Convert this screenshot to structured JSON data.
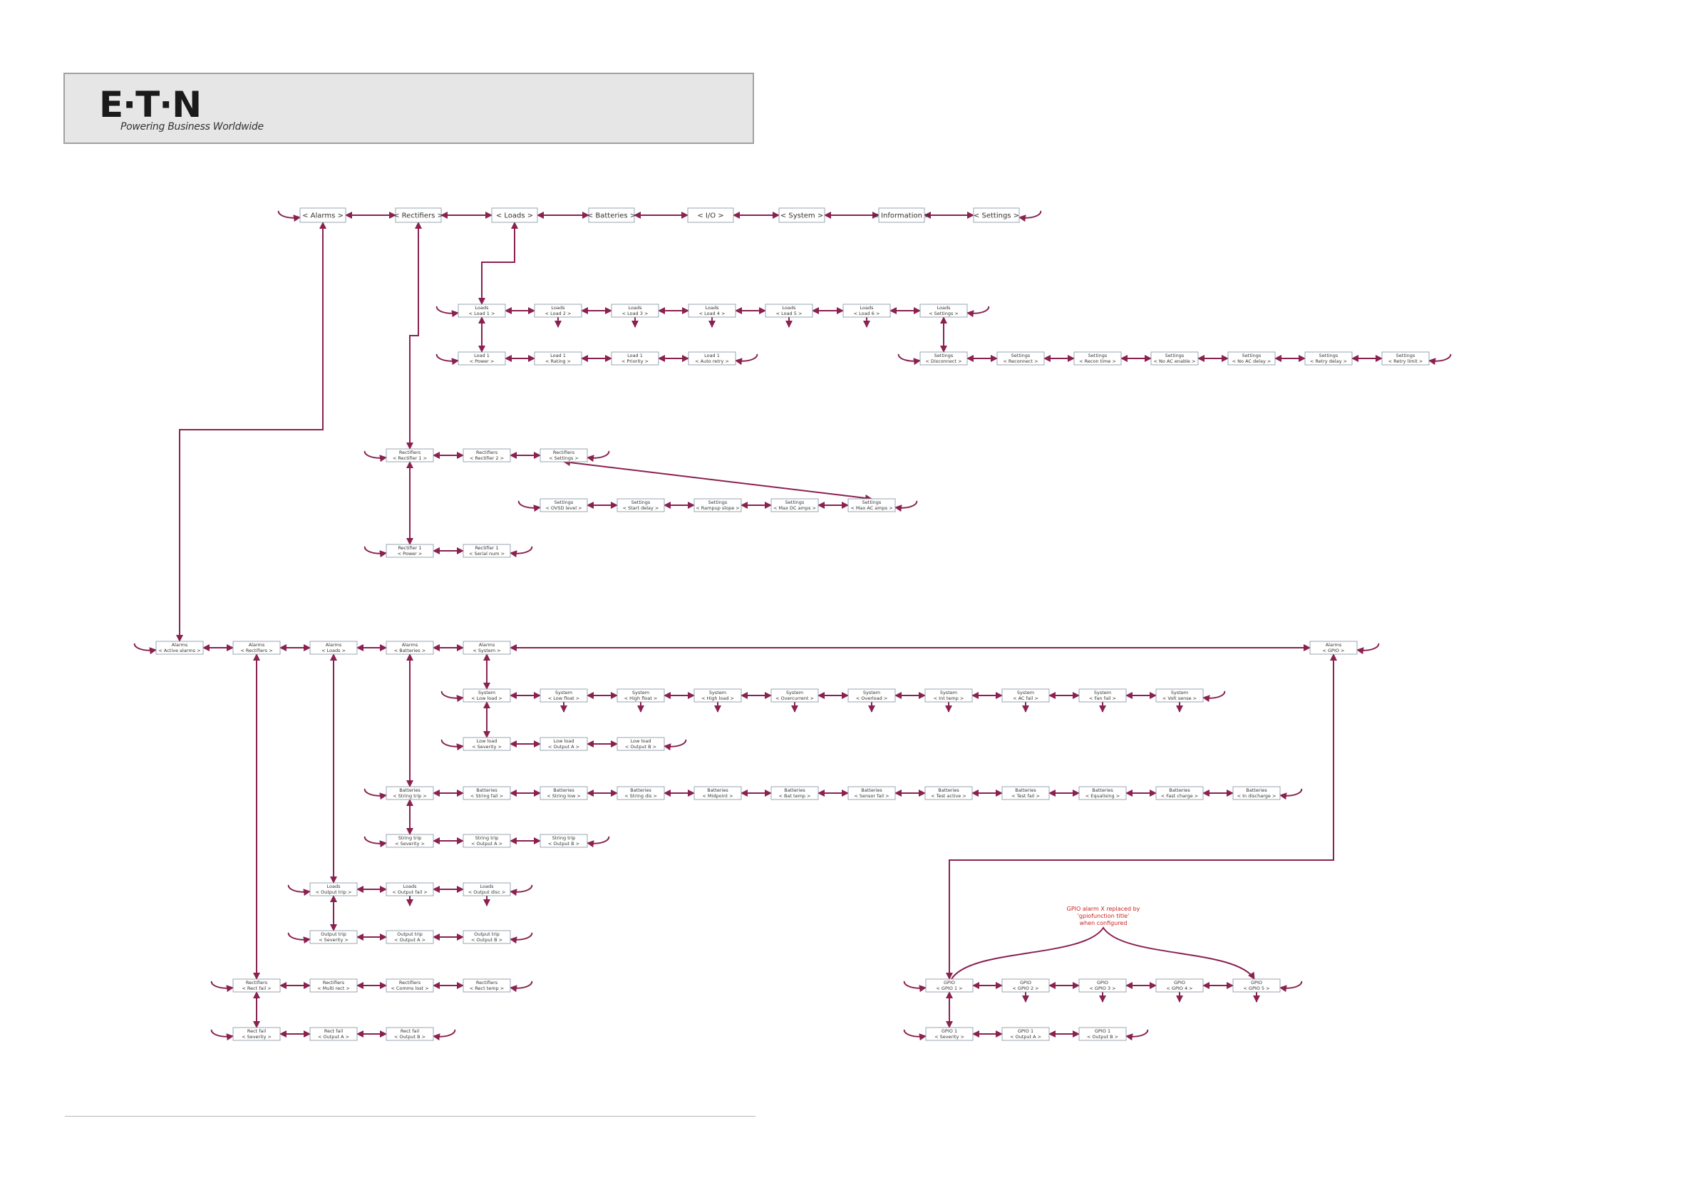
{
  "header": {
    "logo_text": "E·T·N",
    "tagline": "Powering Business Worldwide"
  },
  "brand_color": "#8a2150",
  "note": [
    "GPIO alarm X replaced by",
    "'gpiofunction title'",
    "when configured"
  ],
  "nodes": [
    {
      "id": "top-alarms",
      "l1": "< Alarms >"
    },
    {
      "id": "top-rectifiers",
      "l1": "< Rectifiers >"
    },
    {
      "id": "top-loads",
      "l1": "< Loads >"
    },
    {
      "id": "top-batteries",
      "l1": "< Batteries >"
    },
    {
      "id": "top-io",
      "l1": "< I/O >"
    },
    {
      "id": "top-system",
      "l1": "< System >"
    },
    {
      "id": "top-information",
      "l1": "< Information >"
    },
    {
      "id": "top-settings",
      "l1": "< Settings >"
    },
    {
      "id": "loads-load1",
      "l1": "Loads",
      "l2": "< Load 1 >"
    },
    {
      "id": "loads-load2",
      "l1": "Loads",
      "l2": "< Load 2 >"
    },
    {
      "id": "loads-load3",
      "l1": "Loads",
      "l2": "< Load 3 >"
    },
    {
      "id": "loads-load4",
      "l1": "Loads",
      "l2": "< Load 4 >"
    },
    {
      "id": "loads-load5",
      "l1": "Loads",
      "l2": "< Load 5 >"
    },
    {
      "id": "loads-load6",
      "l1": "Loads",
      "l2": "< Load 6 >"
    },
    {
      "id": "loads-settings",
      "l1": "Loads",
      "l2": "< Settings >"
    },
    {
      "id": "load1-power",
      "l1": "Load 1",
      "l2": "< Power >"
    },
    {
      "id": "load1-rating",
      "l1": "Load 1",
      "l2": "< Rating >"
    },
    {
      "id": "load1-priority",
      "l1": "Load 1",
      "l2": "< Priority >"
    },
    {
      "id": "load1-autoretry",
      "l1": "Load 1",
      "l2": "< Auto retry >"
    },
    {
      "id": "lset-disconnect",
      "l1": "Settings",
      "l2": "< Disconnect >"
    },
    {
      "id": "lset-reconnect",
      "l1": "Settings",
      "l2": "< Reconnect >"
    },
    {
      "id": "lset-recontime",
      "l1": "Settings",
      "l2": "< Recon time >"
    },
    {
      "id": "lset-noacenable",
      "l1": "Settings",
      "l2": "< No AC enable >"
    },
    {
      "id": "lset-noacdelay",
      "l1": "Settings",
      "l2": "< No AC delay >"
    },
    {
      "id": "lset-retrydelay",
      "l1": "Settings",
      "l2": "< Retry delay >"
    },
    {
      "id": "lset-retrylimit",
      "l1": "Settings",
      "l2": "< Retry limit >"
    },
    {
      "id": "rect-rect1",
      "l1": "Rectifiers",
      "l2": "< Rectifier 1 >"
    },
    {
      "id": "rect-rect2",
      "l1": "Rectifiers",
      "l2": "< Rectifier 2 >"
    },
    {
      "id": "rect-settings",
      "l1": "Rectifiers",
      "l2": "< Settings >"
    },
    {
      "id": "rset-ovsd",
      "l1": "Settings",
      "l2": "< OVSD level >"
    },
    {
      "id": "rset-startdelay",
      "l1": "Settings",
      "l2": "< Start delay >"
    },
    {
      "id": "rset-rampup",
      "l1": "Settings",
      "l2": "< Rampup slope >"
    },
    {
      "id": "rset-maxdc",
      "l1": "Settings",
      "l2": "< Max DC amps >"
    },
    {
      "id": "rset-maxac",
      "l1": "Settings",
      "l2": "< Max AC amps >"
    },
    {
      "id": "r1-power",
      "l1": "Rectifier 1",
      "l2": "< Power >"
    },
    {
      "id": "r1-serial",
      "l1": "Rectifier 1",
      "l2": "< Serial num >"
    },
    {
      "id": "al-active",
      "l1": "Alarms",
      "l2": "< Active alarms >"
    },
    {
      "id": "al-rectifiers",
      "l1": "Alarms",
      "l2": "< Rectifiers >"
    },
    {
      "id": "al-loads",
      "l1": "Alarms",
      "l2": "< Loads >"
    },
    {
      "id": "al-batteries",
      "l1": "Alarms",
      "l2": "< Batteries >"
    },
    {
      "id": "al-system",
      "l1": "Alarms",
      "l2": "< System >"
    },
    {
      "id": "al-gpio",
      "l1": "Alarms",
      "l2": "< GPIO >"
    },
    {
      "id": "sys-lowload",
      "l1": "System",
      "l2": "< Low load >"
    },
    {
      "id": "sys-lowfloat",
      "l1": "System",
      "l2": "< Low float >"
    },
    {
      "id": "sys-highfloat",
      "l1": "System",
      "l2": "< High float >"
    },
    {
      "id": "sys-highload",
      "l1": "System",
      "l2": "< High load >"
    },
    {
      "id": "sys-overcurrent",
      "l1": "System",
      "l2": "< Overcurrent >"
    },
    {
      "id": "sys-overload",
      "l1": "System",
      "l2": "< Overload >"
    },
    {
      "id": "sys-inttemp",
      "l1": "System",
      "l2": "< Int temp >"
    },
    {
      "id": "sys-acfail",
      "l1": "System",
      "l2": "< AC fail >"
    },
    {
      "id": "sys-fanfail",
      "l1": "System",
      "l2": "< Fan fail >"
    },
    {
      "id": "sys-voltsense",
      "l1": "System",
      "l2": "< Volt sense >"
    },
    {
      "id": "ll-severity",
      "l1": "Low load",
      "l2": "< Severity >"
    },
    {
      "id": "ll-outa",
      "l1": "Low load",
      "l2": "< Output A >"
    },
    {
      "id": "ll-outb",
      "l1": "Low load",
      "l2": "< Output B >"
    },
    {
      "id": "bat-stringtrip",
      "l1": "Batteries",
      "l2": "< String trip >"
    },
    {
      "id": "bat-stringfail",
      "l1": "Batteries",
      "l2": "< String fail >"
    },
    {
      "id": "bat-stringlow",
      "l1": "Batteries",
      "l2": "< String low >"
    },
    {
      "id": "bat-stringdis",
      "l1": "Batteries",
      "l2": "< String dis >"
    },
    {
      "id": "bat-midpoint",
      "l1": "Batteries",
      "l2": "< Midpoint >"
    },
    {
      "id": "bat-battemp",
      "l1": "Batteries",
      "l2": "< Bat temp >"
    },
    {
      "id": "bat-sensorfail",
      "l1": "Batteries",
      "l2": "< Sensor fail >"
    },
    {
      "id": "bat-testactive",
      "l1": "Batteries",
      "l2": "< Test active >"
    },
    {
      "id": "bat-testfail",
      "l1": "Batteries",
      "l2": "< Test fail >"
    },
    {
      "id": "bat-equalising",
      "l1": "Batteries",
      "l2": "< Equalising >"
    },
    {
      "id": "bat-fastcharge",
      "l1": "Batteries",
      "l2": "< Fast charge >"
    },
    {
      "id": "bat-indischarge",
      "l1": "Batteries",
      "l2": "< In discharge >"
    },
    {
      "id": "st-severity",
      "l1": "String trip",
      "l2": "< Severity >"
    },
    {
      "id": "st-outa",
      "l1": "String trip",
      "l2": "< Output A >"
    },
    {
      "id": "st-outb",
      "l1": "String trip",
      "l2": "< Output B >"
    },
    {
      "id": "al-loads-outtrip",
      "l1": "Loads",
      "l2": "< Output trip >"
    },
    {
      "id": "al-loads-outfail",
      "l1": "Loads",
      "l2": "< Output fail >"
    },
    {
      "id": "al-loads-outdisc",
      "l1": "Loads",
      "l2": "< Output disc >"
    },
    {
      "id": "ot-severity",
      "l1": "Output trip",
      "l2": "< Severity >"
    },
    {
      "id": "ot-outa",
      "l1": "Output trip",
      "l2": "< Output A >"
    },
    {
      "id": "ot-outb",
      "l1": "Output trip",
      "l2": "< Output B >"
    },
    {
      "id": "al-rect-rectfail",
      "l1": "Rectifiers",
      "l2": "< Rect fail >"
    },
    {
      "id": "al-rect-multirect",
      "l1": "Rectifiers",
      "l2": "< Multi rect >"
    },
    {
      "id": "al-rect-commslost",
      "l1": "Rectifiers",
      "l2": "< Comms lost >"
    },
    {
      "id": "al-rect-recttemp",
      "l1": "Rectifiers",
      "l2": "< Rect temp >"
    },
    {
      "id": "rf-severity",
      "l1": "Rect fail",
      "l2": "< Severity >"
    },
    {
      "id": "rf-outa",
      "l1": "Rect fail",
      "l2": "< Output A >"
    },
    {
      "id": "rf-outb",
      "l1": "Rect fail",
      "l2": "< Output B >"
    },
    {
      "id": "gpio-1",
      "l1": "GPIO",
      "l2": "< GPIO 1 >"
    },
    {
      "id": "gpio-2",
      "l1": "GPIO",
      "l2": "< GPIO 2 >"
    },
    {
      "id": "gpio-3",
      "l1": "GPIO",
      "l2": "< GPIO 3 >"
    },
    {
      "id": "gpio-4",
      "l1": "GPIO",
      "l2": "< GPIO 4 >"
    },
    {
      "id": "gpio-5",
      "l1": "GPIO",
      "l2": "< GPIO 5 >"
    },
    {
      "id": "g1-severity",
      "l1": "GPIO 1",
      "l2": "< Severity >"
    },
    {
      "id": "g1-outa",
      "l1": "GPIO 1",
      "l2": "< Output A >"
    },
    {
      "id": "g1-outb",
      "l1": "GPIO 1",
      "l2": "< Output B >"
    }
  ],
  "edges": {
    "horizontal_chains": [
      [
        "top-alarms",
        "top-rectifiers",
        "top-loads",
        "top-batteries",
        "top-io",
        "top-system",
        "top-information",
        "top-settings"
      ],
      [
        "loads-load1",
        "loads-load2",
        "loads-load3",
        "loads-load4",
        "loads-load5",
        "loads-load6",
        "loads-settings"
      ],
      [
        "load1-power",
        "load1-rating",
        "load1-priority",
        "load1-autoretry"
      ],
      [
        "lset-disconnect",
        "lset-reconnect",
        "lset-recontime",
        "lset-noacenable",
        "lset-noacdelay",
        "lset-retrydelay",
        "lset-retrylimit"
      ],
      [
        "rect-rect1",
        "rect-rect2",
        "rect-settings"
      ],
      [
        "rset-ovsd",
        "rset-startdelay",
        "rset-rampup",
        "rset-maxdc",
        "rset-maxac"
      ],
      [
        "r1-power",
        "r1-serial"
      ],
      [
        "al-active",
        "al-rectifiers",
        "al-loads",
        "al-batteries",
        "al-system",
        "al-gpio"
      ],
      [
        "sys-lowload",
        "sys-lowfloat",
        "sys-highfloat",
        "sys-highload",
        "sys-overcurrent",
        "sys-overload",
        "sys-inttemp",
        "sys-acfail",
        "sys-fanfail",
        "sys-voltsense"
      ],
      [
        "ll-severity",
        "ll-outa",
        "ll-outb"
      ],
      [
        "bat-stringtrip",
        "bat-stringfail",
        "bat-stringlow",
        "bat-stringdis",
        "bat-midpoint",
        "bat-battemp",
        "bat-sensorfail",
        "bat-testactive",
        "bat-testfail",
        "bat-equalising",
        "bat-fastcharge",
        "bat-indischarge"
      ],
      [
        "st-severity",
        "st-outa",
        "st-outb"
      ],
      [
        "al-loads-outtrip",
        "al-loads-outfail",
        "al-loads-outdisc"
      ],
      [
        "ot-severity",
        "ot-outa",
        "ot-outb"
      ],
      [
        "al-rect-rectfail",
        "al-rect-multirect",
        "al-rect-commslost",
        "al-rect-recttemp"
      ],
      [
        "rf-severity",
        "rf-outa",
        "rf-outb"
      ],
      [
        "gpio-1",
        "gpio-2",
        "gpio-3",
        "gpio-4",
        "gpio-5"
      ],
      [
        "g1-severity",
        "g1-outa",
        "g1-outb"
      ]
    ],
    "vertical": [
      [
        "loads-load1",
        "load1-power"
      ],
      [
        "loads-settings",
        "lset-disconnect"
      ],
      [
        "rect-rect1",
        "r1-power"
      ],
      [
        "rect-settings",
        "rset-maxac"
      ],
      [
        "al-system",
        "sys-lowload"
      ],
      [
        "sys-lowload",
        "ll-severity"
      ],
      [
        "al-batteries",
        "bat-stringtrip"
      ],
      [
        "bat-stringtrip",
        "st-severity"
      ],
      [
        "al-loads",
        "al-loads-outtrip"
      ],
      [
        "al-loads-outtrip",
        "ot-severity"
      ],
      [
        "al-rectifiers",
        "al-rect-rectfail"
      ],
      [
        "al-rect-rectfail",
        "rf-severity"
      ],
      [
        "gpio-1",
        "g1-severity"
      ]
    ],
    "routed": [
      [
        "top-alarms",
        "al-active"
      ],
      [
        "top-rectifiers",
        "rect-rect1"
      ],
      [
        "top-loads",
        "loads-load1"
      ],
      [
        "al-gpio",
        "gpio-1"
      ]
    ],
    "down_arrows": [
      "loads-load2",
      "loads-load3",
      "loads-load4",
      "loads-load5",
      "loads-load6",
      "sys-lowfloat",
      "sys-highfloat",
      "sys-highload",
      "sys-overcurrent",
      "sys-overload",
      "sys-inttemp",
      "sys-acfail",
      "sys-fanfail",
      "sys-voltsense",
      "al-loads-outfail",
      "al-loads-outdisc",
      "gpio-2",
      "gpio-3",
      "gpio-4",
      "gpio-5"
    ]
  }
}
